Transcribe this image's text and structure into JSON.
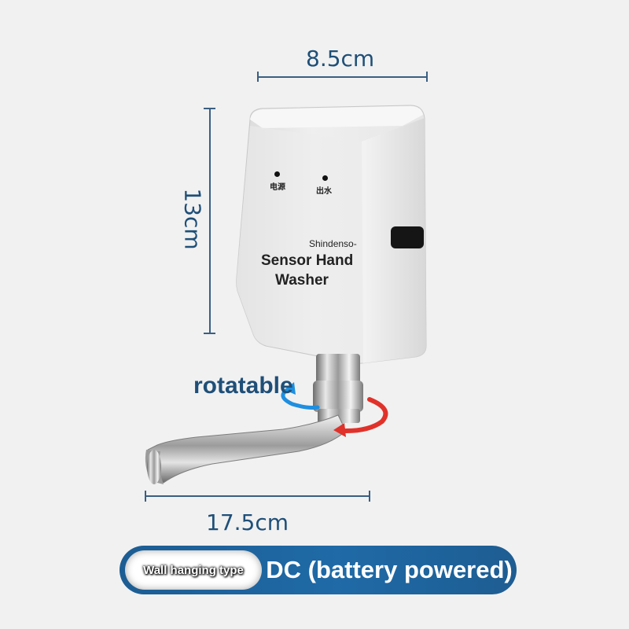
{
  "dimensions": {
    "width_top": "8.5cm",
    "height_left": "13cm",
    "length_bottom": "17.5cm"
  },
  "device": {
    "brand": "Shindenso-",
    "name_line1": "Sensor Hand",
    "name_line2": "Washer",
    "indicator_power": "电源",
    "indicator_water": "出水"
  },
  "feature": {
    "rotatable": "rotatable"
  },
  "banner": {
    "left_label": "Wall hanging type",
    "right_label": "DC (battery powered)"
  },
  "colors": {
    "dimension_blue": "#1f4f78",
    "banner_blue": "#1f6aa7",
    "arrow_red": "#e0322a",
    "arrow_blue": "#1e8fe0"
  }
}
